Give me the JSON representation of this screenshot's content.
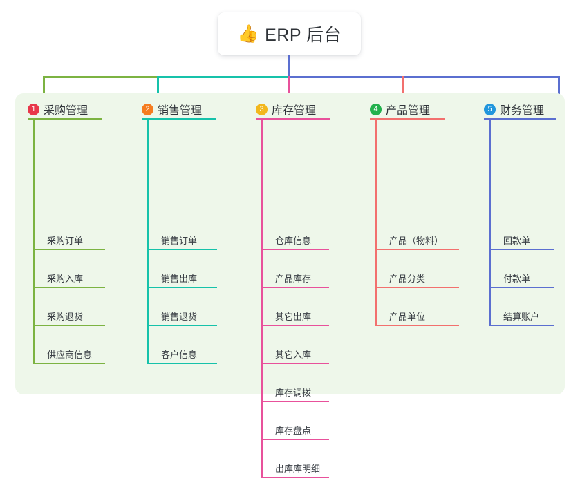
{
  "root": {
    "icon": "thumbs-up-icon",
    "icon_glyph": "👍",
    "title": "ERP 后台"
  },
  "colors": {
    "panel_bg": "#eef7ea",
    "branch_1": "#7cb342",
    "branch_2": "#16c2aa",
    "branch_3": "#e8519b",
    "branch_4": "#f2706e",
    "branch_5": "#5b6fd0",
    "trunk": "#5b6fd0",
    "badge_1": "#e8374a",
    "badge_2": "#f57c20",
    "badge_3": "#f2b71c",
    "badge_4": "#23b14d",
    "badge_5": "#2196dd"
  },
  "branches": [
    {
      "number": "1",
      "title": "采购管理",
      "badge_color": "#e8374a",
      "line_color": "#7cb342",
      "items": [
        "采购订单",
        "采购入库",
        "采购退货",
        "供应商信息"
      ]
    },
    {
      "number": "2",
      "title": "销售管理",
      "badge_color": "#f57c20",
      "line_color": "#16c2aa",
      "items": [
        "销售订单",
        "销售出库",
        "销售退货",
        "客户信息"
      ]
    },
    {
      "number": "3",
      "title": "库存管理",
      "badge_color": "#f2b71c",
      "line_color": "#e8519b",
      "items": [
        "仓库信息",
        "产品库存",
        "其它出库",
        "其它入库",
        "库存调拨",
        "库存盘点",
        "出库库明细"
      ]
    },
    {
      "number": "4",
      "title": "产品管理",
      "badge_color": "#23b14d",
      "line_color": "#f2706e",
      "items": [
        "产品（物料）",
        "产品分类",
        "产品单位"
      ]
    },
    {
      "number": "5",
      "title": "财务管理",
      "badge_color": "#2196dd",
      "line_color": "#5b6fd0",
      "items": [
        "回款单",
        "付款单",
        "结算账户"
      ]
    }
  ]
}
